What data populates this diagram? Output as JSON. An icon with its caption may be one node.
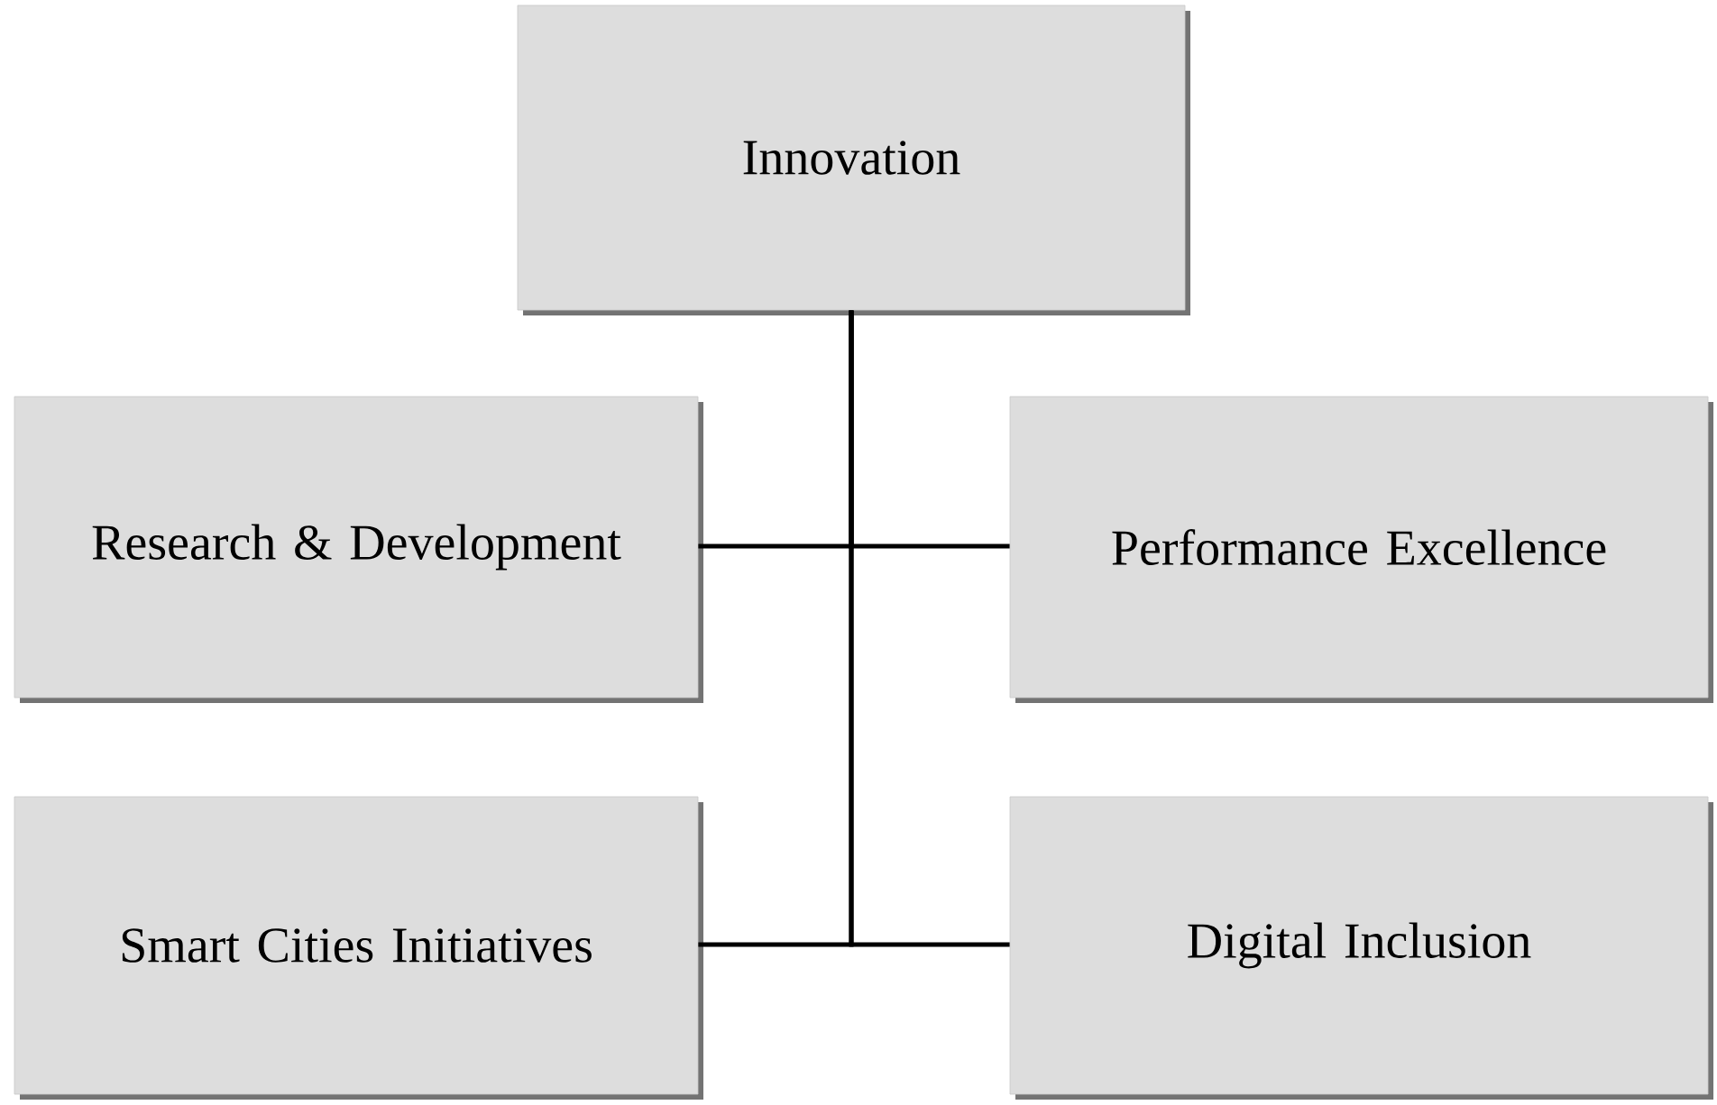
{
  "diagram": {
    "nodes": [
      {
        "text": [
          "Innovation"
        ]
      },
      {
        "text": [
          "Research & Development"
        ]
      },
      {
        "text": [
          "Performance Excellence"
        ]
      },
      {
        "text": [
          "Smart Cities Initiatives"
        ]
      },
      {
        "text": [
          "Digital Inclusion"
        ]
      }
    ],
    "edges": [
      {
        "from": 0,
        "to": 1,
        "arrow": "none"
      },
      {
        "from": 0,
        "to": 2,
        "arrow": "none"
      },
      {
        "from": 0,
        "to": 3,
        "arrow": "none"
      },
      {
        "from": 0,
        "to": 4,
        "arrow": "none"
      }
    ]
  }
}
